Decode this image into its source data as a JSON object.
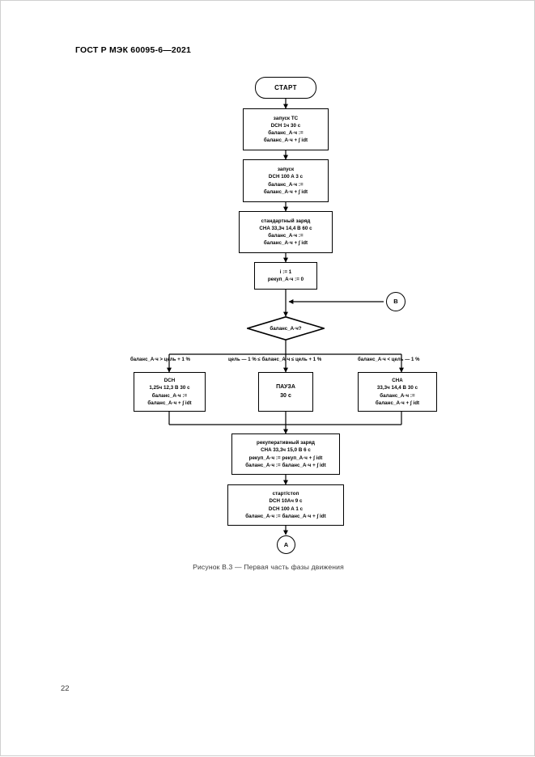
{
  "document": {
    "header": "ГОСТ Р МЭК 60095-6—2021",
    "page_number": "22",
    "figure_caption": "Рисунок В.3 — Первая часть фазы движения"
  },
  "flowchart": {
    "nodes": {
      "start": {
        "label": "СТАРТ"
      },
      "box_start_ts": {
        "line1": "запуск ТС",
        "line2": "DCH 1ч 30 с",
        "line3": "баланс_А·ч :=",
        "line4": "баланс_А·ч + ∫ idt"
      },
      "box_start": {
        "line1": "запуск",
        "line2": "DCH 100 A 3 с",
        "line3": "баланс_А·ч :=",
        "line4": "баланс_А·ч + ∫ idt"
      },
      "box_standard_charge": {
        "line1": "стандартный заряд",
        "line2": "CHA 33,3ч 14,4 В 60 с",
        "line3": "баланс_А·ч :=",
        "line4": "баланс_А·ч + ∫ idt"
      },
      "box_init": {
        "line1": "i := 1",
        "line2": "рекуп_А·ч := 0"
      },
      "decision_balance": {
        "label": "баланс_А·ч?"
      },
      "connector_b": {
        "label": "В"
      },
      "box_dch": {
        "line1": "DCH",
        "line2": "1,25ч 12,3 В 30 с",
        "line3": "баланс_А·ч :=",
        "line4": "баланс_А·ч + ∫ idt"
      },
      "box_pause": {
        "line1": "ПАУЗА",
        "line2": "30 с"
      },
      "box_cha": {
        "line1": "CHA",
        "line2": "33,3ч 14,4 В 30 с",
        "line3": "баланс_А·ч :=",
        "line4": "баланс_А·ч + ∫ idt"
      },
      "box_recuperative_charge": {
        "line1": "рекуперативный заряд",
        "line2": "CHA 33,3ч 15,0 В 6 с",
        "line3": "рекуп_А·ч := рекуп_А·ч + ∫ idt",
        "line4": "баланс_А·ч := баланс_А·ч + ∫ idt"
      },
      "box_start_stop": {
        "line1": "старт/стоп",
        "line2": "DCH 10Ач 9 с",
        "line3": "DCH 100 A 1 с",
        "line4": "баланс_А·ч := баланс_А·ч + ∫ idt"
      },
      "connector_a": {
        "label": "А"
      }
    },
    "edge_labels": {
      "left": "баланс_А·ч > цель + 1 %",
      "middle": "цель — 1 % ≤ баланс_А·ч ≤ цель + 1 %",
      "right": "баланс_А·ч < цель — 1 %"
    }
  }
}
